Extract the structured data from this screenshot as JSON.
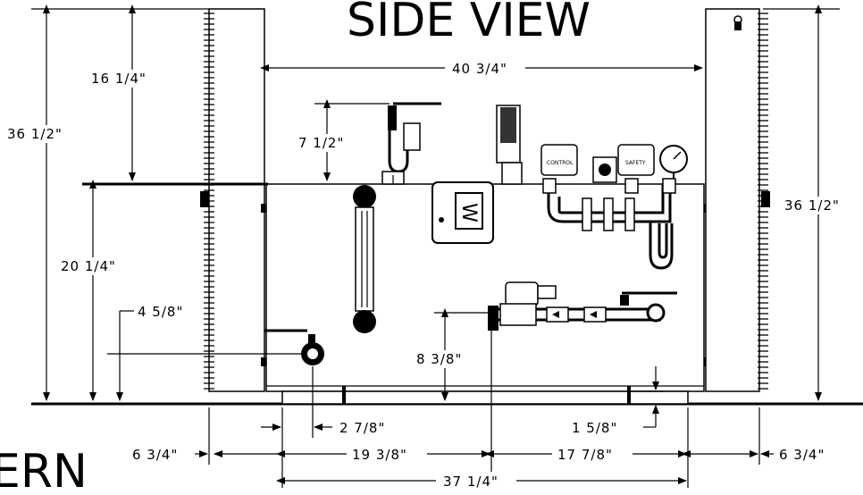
{
  "drawing": {
    "title": "SIDE VIEW",
    "partial_label": "ERN"
  },
  "dimensions": {
    "height_left": "36 1/2\"",
    "height_right": "36 1/2\"",
    "top_gap": "16 1/4\"",
    "lower_height": "20 1/4\"",
    "width_top": "40 3/4\"",
    "valve_height": "7 1/2\"",
    "drain_height": "4 5/8\"",
    "gas_inlet_height": "8 3/8\"",
    "drain_offset": "2 7/8\"",
    "base_gap": "1 5/8\"",
    "side_left": "6 3/4\"",
    "side_right": "6 3/4\"",
    "left_section": "19 3/8\"",
    "right_section": "17 7/8\"",
    "overall_base": "37 1/4\""
  },
  "components": {
    "control_label": "CONTROL",
    "safety_label": "SAFETY",
    "logo_letter": "W"
  }
}
